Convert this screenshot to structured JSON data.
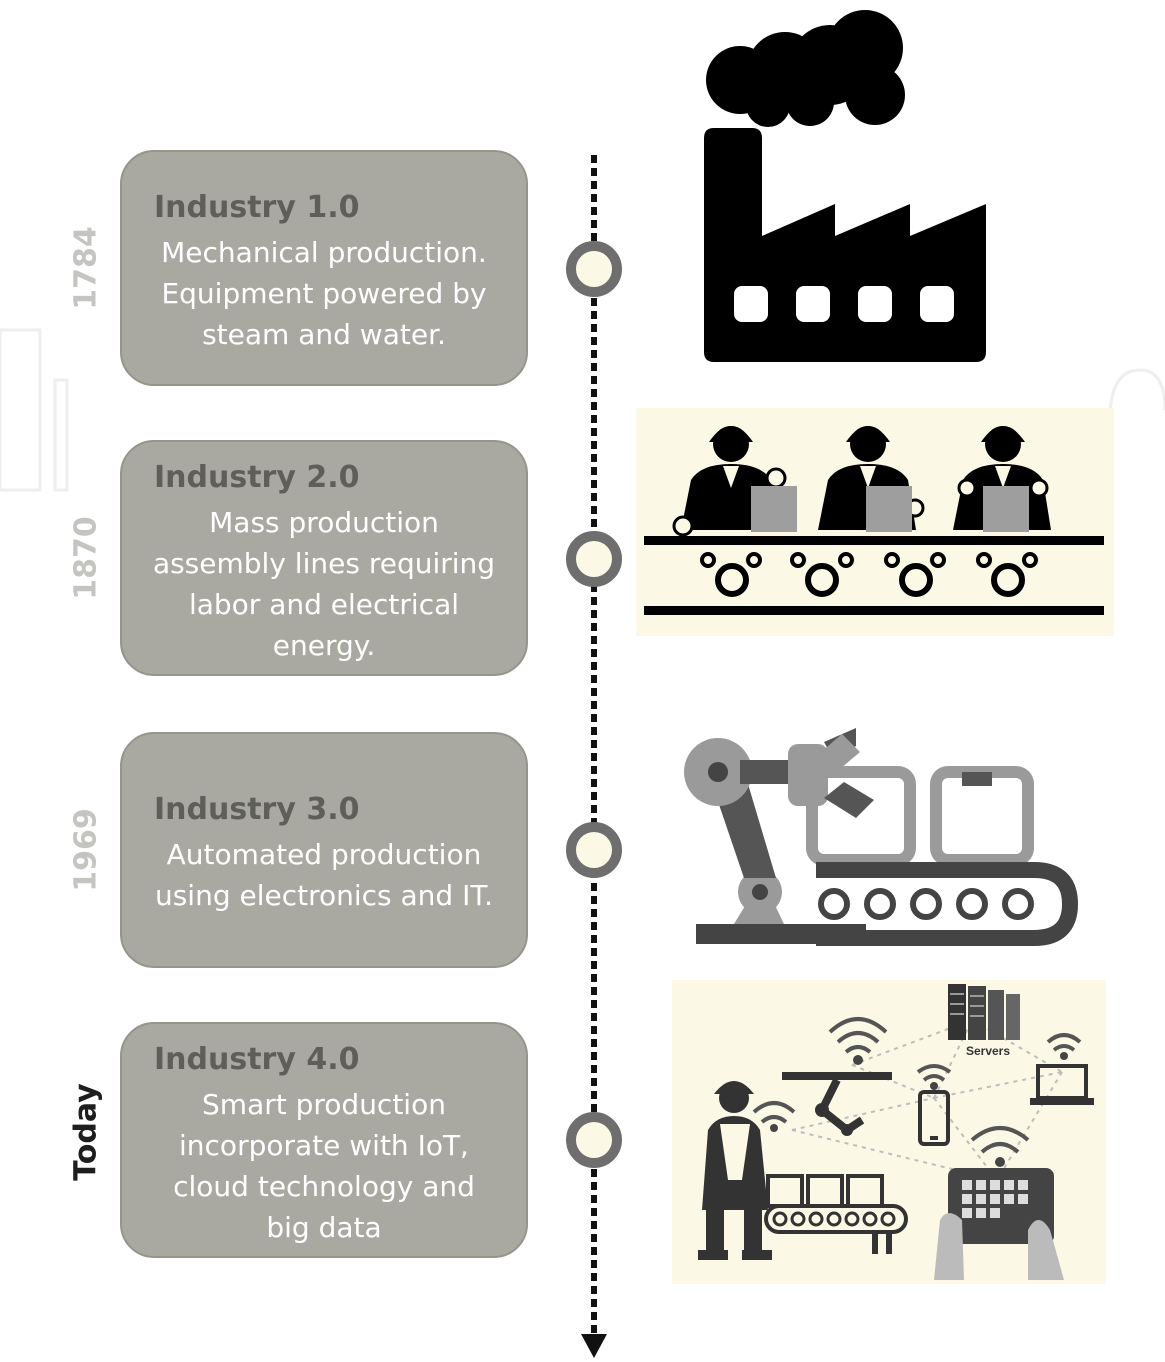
{
  "eras": [
    {
      "year": "1784",
      "title": "Industry 1.0",
      "description": "Mechanical production.\nEquipment powered by\nsteam and water.",
      "icon": "factory-icon"
    },
    {
      "year": "1870",
      "title": "Industry 2.0",
      "description": "Mass production\nassembly lines requiring\nlabor and electrical\nenergy.",
      "icon": "assembly-line-icon"
    },
    {
      "year": "1969",
      "title": "Industry 3.0",
      "description": "Automated production\nusing electronics and IT.",
      "icon": "robot-arm-icon"
    },
    {
      "year": "Today",
      "title": "Industry 4.0",
      "description": "Smart production\nincorporate with IoT,\ncloud technology and\nbig data",
      "icon": "smart-factory-icon"
    }
  ],
  "illustration_labels": {
    "servers": "Servers"
  },
  "colors": {
    "card_fill": "#a9a9a1",
    "card_title": "#5f5f5a",
    "year_text": "#c4c4c0",
    "today_text": "#1e1e1e",
    "node_ring": "#6e6e6e",
    "node_fill": "#fbf8e6",
    "illustration_bg": "#fbf8e6"
  }
}
